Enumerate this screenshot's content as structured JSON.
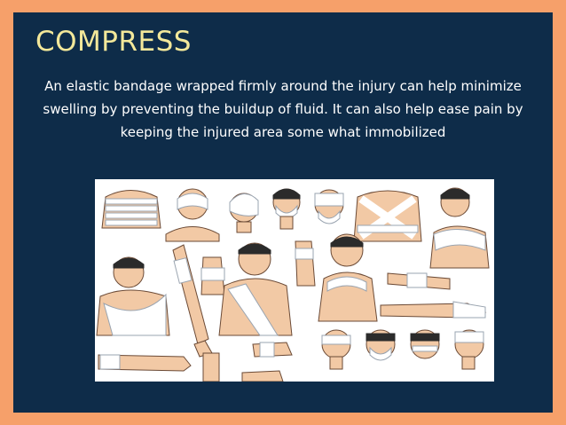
{
  "slide": {
    "title": "COMPRESS",
    "body": "An elastic bandage wrapped firmly around the injury can help minimize swelling by preventing the buildup of fluid. It can also help ease pain by keeping the injured area some what immobilized"
  },
  "colors": {
    "frame": "#f6a06a",
    "background": "#0e2c49",
    "title": "#f3e89a",
    "text": "#ffffff",
    "skin": "#f2c9a5",
    "bandage": "#ffffff",
    "hair": "#2b2b2b"
  },
  "illustration": {
    "subject": "bandaged-body-parts-illustration"
  }
}
